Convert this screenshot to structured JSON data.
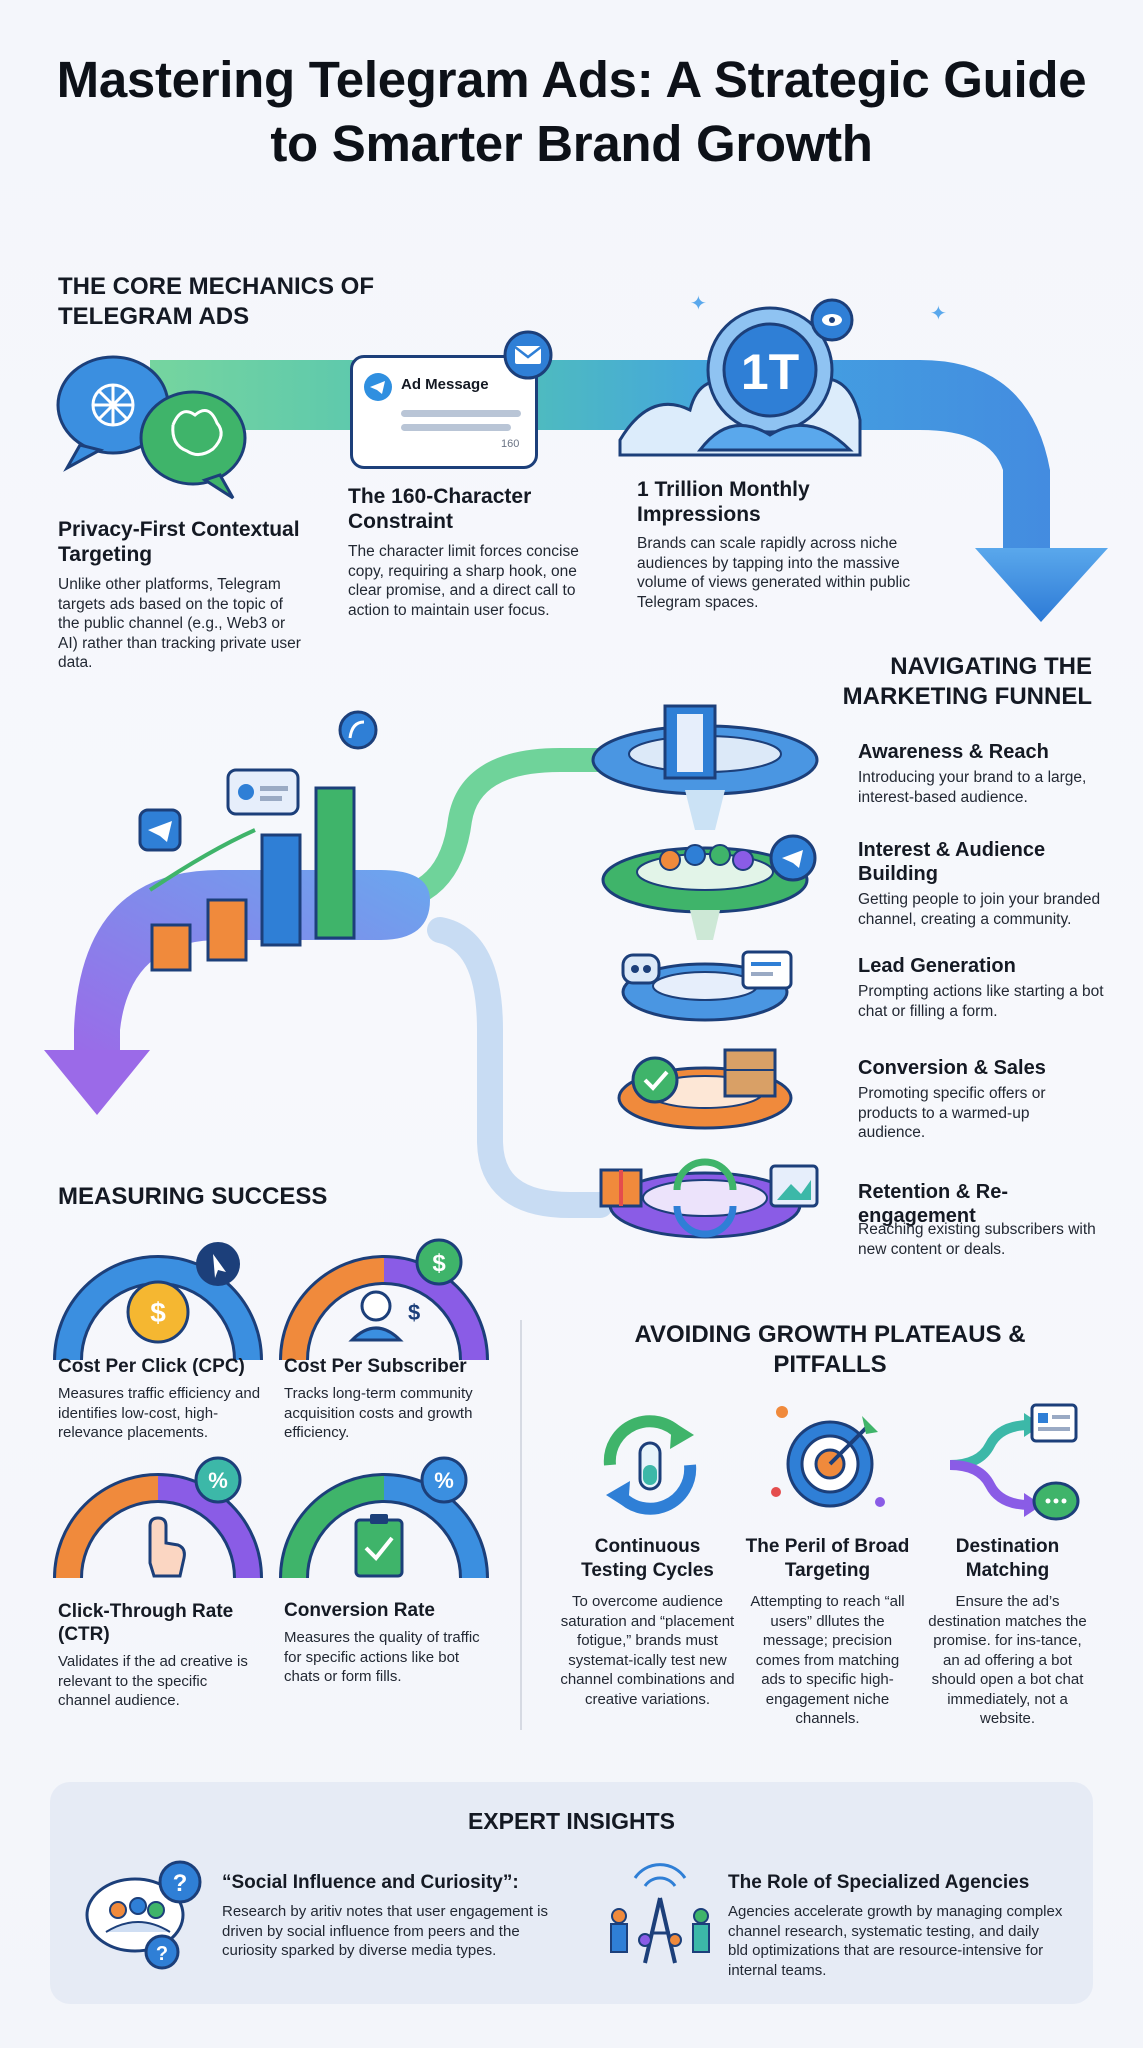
{
  "title": "Mastering Telegram Ads: A Strategic Guide to Smarter Brand Growth",
  "core": {
    "heading": "THE CORE MECHANICS OF TELEGRAM ADS",
    "ad_label": "Ad Message",
    "ad_counter": "160",
    "badge_1t": "1T",
    "items": [
      {
        "title": "Privacy-First Contextual Targeting",
        "text": "Unlike other platforms, Telegram targets ads based on the topic of the public channel (e.g., Web3 or AI) rather than tracking private user data."
      },
      {
        "title": "The 160-Character Constraint",
        "text": "The character limit forces concise copy, requiring a sharp hook, one clear promise, and a direct call to action to maintain user focus."
      },
      {
        "title": "1 Trillion Monthly Impressions",
        "text": "Brands can scale rapidly across niche audiences by tapping into the massive volume of views generated within public Telegram spaces."
      }
    ]
  },
  "funnel": {
    "heading": "NAVIGATING THE MARKETING FUNNEL",
    "stages": [
      {
        "title": "Awareness & Reach",
        "text": "Introducing your brand to a large, interest-based audience."
      },
      {
        "title": "Interest & Audience Building",
        "text": "Getting people to join your branded channel, creating a community."
      },
      {
        "title": "Lead Generation",
        "text": "Prompting actions like starting a bot chat or filling a form."
      },
      {
        "title": "Conversion & Sales",
        "text": "Promoting specific offers or products to a warmed-up audience."
      },
      {
        "title": "Retention & Re-engagement",
        "text": "Reaching existing subscribers with new content or deals."
      }
    ]
  },
  "measuring": {
    "heading": "MEASURING SUCCESS",
    "metrics": [
      {
        "title": "Cost Per Click (CPC)",
        "text": "Measures traffic efficiency and identifies low-cost, high-relevance placements."
      },
      {
        "title": "Cost Per Subscriber",
        "text": "Tracks long-term community acquisition costs and growth efficiency."
      },
      {
        "title": "Click-Through Rate (CTR)",
        "text": "Validates if the ad creative is relevant to the specific channel audience."
      },
      {
        "title": "Conversion Rate",
        "text": "Measures the quality of traffic for specific actions like bot chats or form fills."
      }
    ]
  },
  "pitfalls": {
    "heading": "AVOIDING GROWTH PLATEAUS & PITFALLS",
    "items": [
      {
        "title": "Continuous Testing Cycles",
        "text": "To overcome audience saturation and “placement fotigue,” brands must systemat-ically test new channel combinations and creative variations."
      },
      {
        "title": "The Peril of Broad Targeting",
        "text": "Attempting to reach “all users” dllutes the message; precision comes from matching ads to specific high-engagement niche channels."
      },
      {
        "title": "Destination Matching",
        "text": "Ensure the ad’s destination matches the promise. for ins-tance, an ad offering a bot should open a bot chat immediately, not a website."
      }
    ]
  },
  "insights": {
    "heading": "EXPERT INSIGHTS",
    "items": [
      {
        "title": "“Social Influence and Curiosity”:",
        "text": "Research by aritiv notes that user engagement is driven by social influence from peers and the curiosity sparked by diverse media types."
      },
      {
        "title": "The Role of Specialized Agencies",
        "text": "Agencies accelerate growth by managing complex channel research, systematic testing, and daily bld optimizations that are resource-intensive for internal teams."
      }
    ]
  },
  "colors": {
    "blue": "#2f7fd6",
    "green": "#3fb46a",
    "purple": "#8a5ce6",
    "orange": "#f08a3c",
    "teal": "#3cb8a8",
    "navy": "#1c3f7a"
  }
}
